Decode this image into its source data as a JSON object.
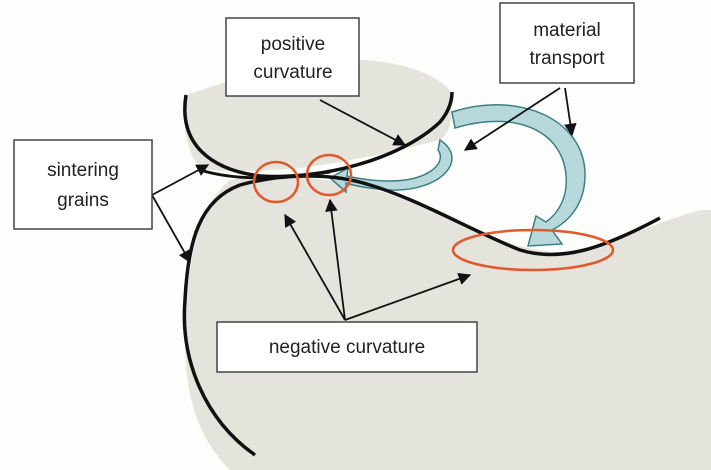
{
  "labels": {
    "positive_line1": "positive",
    "positive_line2": "curvature",
    "material_line1": "material",
    "material_line2": "transport",
    "sintering_line1": "sintering",
    "sintering_line2": "grains",
    "negative": "negative curvature"
  },
  "colors": {
    "grain_fill": "#e4e4dc",
    "outline": "#111111",
    "highlight_ring": "#e05a2e",
    "transport_arrow_fill": "#b7d9dc",
    "transport_arrow_stroke": "#3e7f86",
    "label_box_border": "#444444"
  }
}
